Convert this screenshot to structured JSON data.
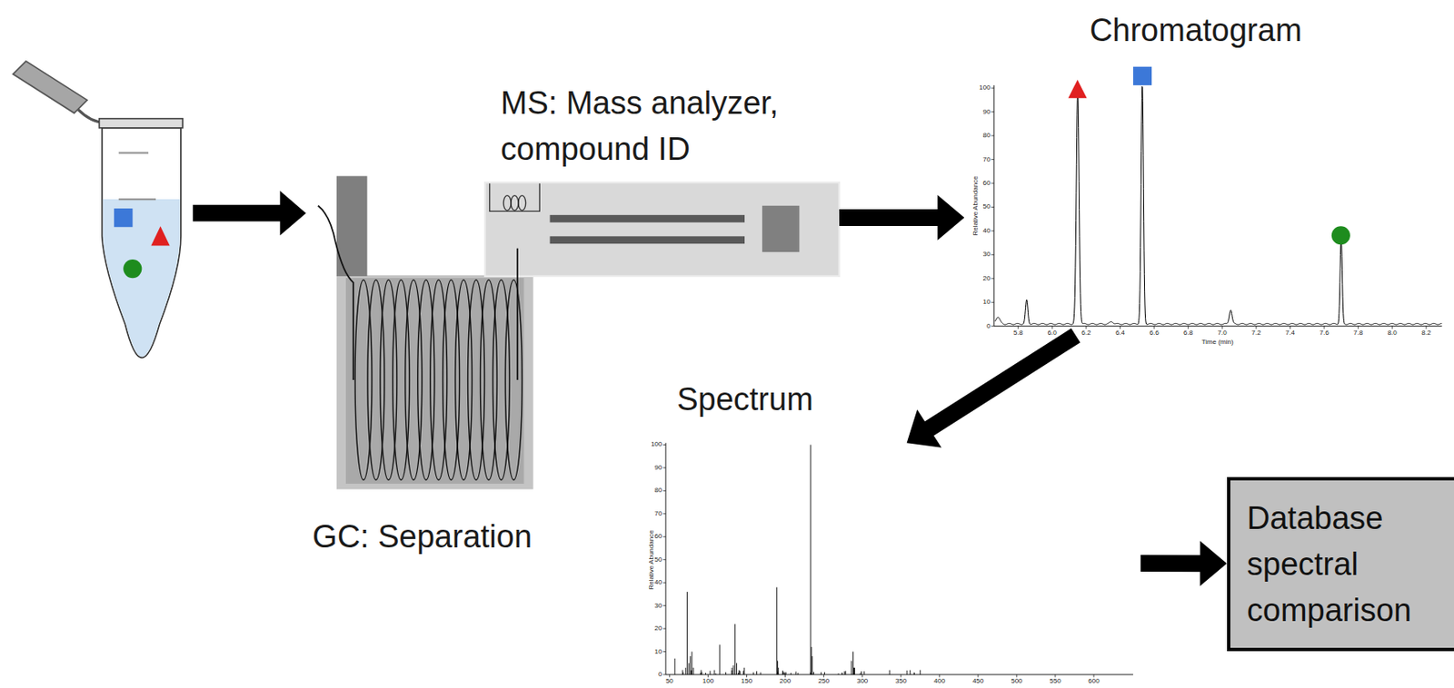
{
  "diagram": {
    "nodes": [
      {
        "text": [
          "GC: Separation"
        ]
      },
      {
        "text": [
          "MS: Mass analyzer, compound ID"
        ]
      },
      {
        "text": [
          "Chromatogram"
        ]
      },
      {
        "text": [
          "Spectrum"
        ]
      },
      {
        "text": [
          "Database spectral comparison"
        ]
      }
    ],
    "edges": [
      {
        "from": 1,
        "to": 2,
        "arrow": "to"
      },
      {
        "from": 2,
        "to": 3,
        "arrow": "to"
      },
      {
        "from": 3,
        "to": 4,
        "arrow": "to"
      }
    ],
    "labels": [
      "0",
      "10",
      "20",
      "30",
      "40",
      "50",
      "60",
      "70",
      "80",
      "90",
      "100",
      "5.8",
      "6.0",
      "6.2",
      "6.4",
      "6.6",
      "6.8",
      "7.0",
      "7.2",
      "7.4",
      "7.6",
      "7.8",
      "8.0",
      "8.2",
      "Relative Abundance",
      "Time (min)",
      "0",
      "10",
      "20",
      "30",
      "40",
      "50",
      "60",
      "70",
      "80",
      "90",
      "100",
      "50",
      "100",
      "150",
      "200",
      "250",
      "300",
      "350",
      "400",
      "450",
      "500",
      "550",
      "600",
      "Relative Abundance"
    ]
  }
}
